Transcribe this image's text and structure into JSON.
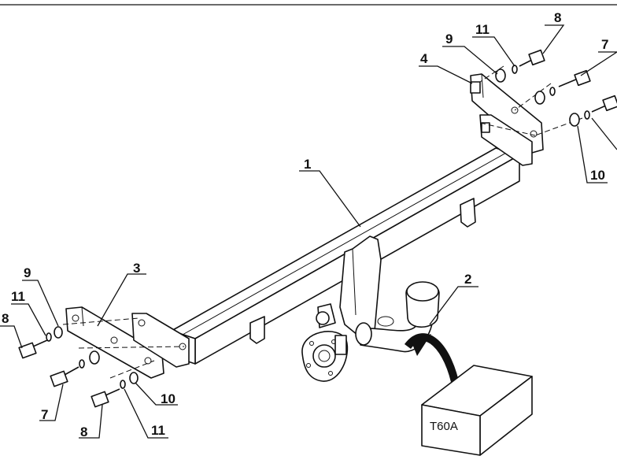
{
  "labels": {
    "main_bar": "1",
    "ball": "2",
    "left_bracket": "3",
    "right_bracket": "4",
    "bolt_m12": "7",
    "bolt_m10": "8",
    "washer_large": "9",
    "washer_spring": "10",
    "nut": "11"
  },
  "box_label": "T60A"
}
